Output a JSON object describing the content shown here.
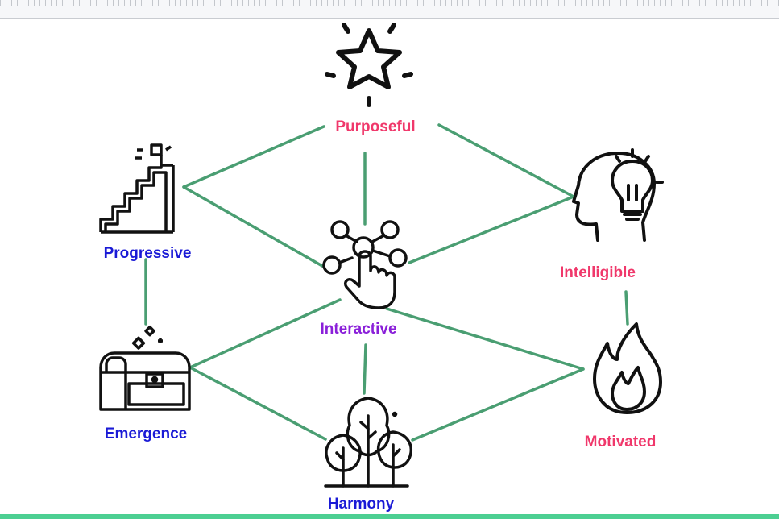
{
  "nodes": {
    "purposeful": {
      "label": "Purposeful",
      "color": "#f0386b",
      "icon": "star-icon"
    },
    "progressive": {
      "label": "Progressive",
      "color": "#1a1ad6",
      "icon": "stairs-flag-icon"
    },
    "intelligible": {
      "label": "Intelligible",
      "color": "#f0386b",
      "icon": "head-lightbulb-icon"
    },
    "interactive": {
      "label": "Interactive",
      "color": "#8a1fd9",
      "icon": "touch-network-icon"
    },
    "emergence": {
      "label": "Emergence",
      "color": "#1a1ad6",
      "icon": "treasure-chest-icon"
    },
    "motivated": {
      "label": "Motivated",
      "color": "#f0386b",
      "icon": "flame-icon"
    },
    "harmony": {
      "label": "Harmony",
      "color": "#1a1ad6",
      "icon": "trees-icon"
    }
  },
  "edge_color": "#4a9e72",
  "edges": [
    [
      "purposeful",
      "progressive"
    ],
    [
      "purposeful",
      "intelligible"
    ],
    [
      "purposeful",
      "interactive"
    ],
    [
      "progressive",
      "interactive"
    ],
    [
      "intelligible",
      "interactive"
    ],
    [
      "progressive",
      "emergence"
    ],
    [
      "intelligible",
      "motivated"
    ],
    [
      "interactive",
      "emergence"
    ],
    [
      "interactive",
      "motivated"
    ],
    [
      "interactive",
      "harmony"
    ],
    [
      "emergence",
      "harmony"
    ],
    [
      "motivated",
      "harmony"
    ]
  ]
}
